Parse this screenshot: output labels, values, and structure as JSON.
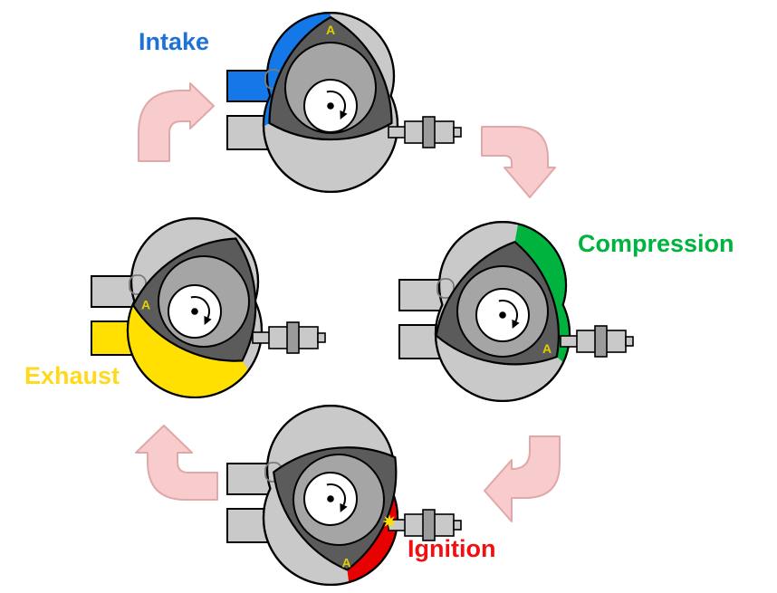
{
  "diagram": {
    "phases": [
      {
        "id": "intake",
        "label": "Intake",
        "label_color": "#1C72D8",
        "chamber_color": "#1578E8",
        "rotor_marker": "A"
      },
      {
        "id": "compression",
        "label": "Compression",
        "label_color": "#00B33E",
        "chamber_color": "#00B33E",
        "rotor_marker": "A"
      },
      {
        "id": "ignition",
        "label": "Ignition",
        "label_color": "#EE1111",
        "chamber_color": "#E60000",
        "rotor_marker": "A",
        "spark_color": "#FFE000"
      },
      {
        "id": "exhaust",
        "label": "Exhaust",
        "label_color": "#FFD91E",
        "chamber_color": "#FFE000",
        "rotor_marker": "A"
      }
    ],
    "colors": {
      "background": "#FFFFFF",
      "housing": "#C9C9C9",
      "rotor": "#5B5B5B",
      "bore": "#A5A5A5",
      "gear": "#FFFFFF",
      "metal": "#C9C9C9",
      "nut": "#9B9B9B",
      "outline": "#000000",
      "notch": "#7A7A7A",
      "marker": "#E3CF00",
      "arrow_fill": "#F8CCCC",
      "arrow_stroke": "#E0A8A8"
    }
  }
}
